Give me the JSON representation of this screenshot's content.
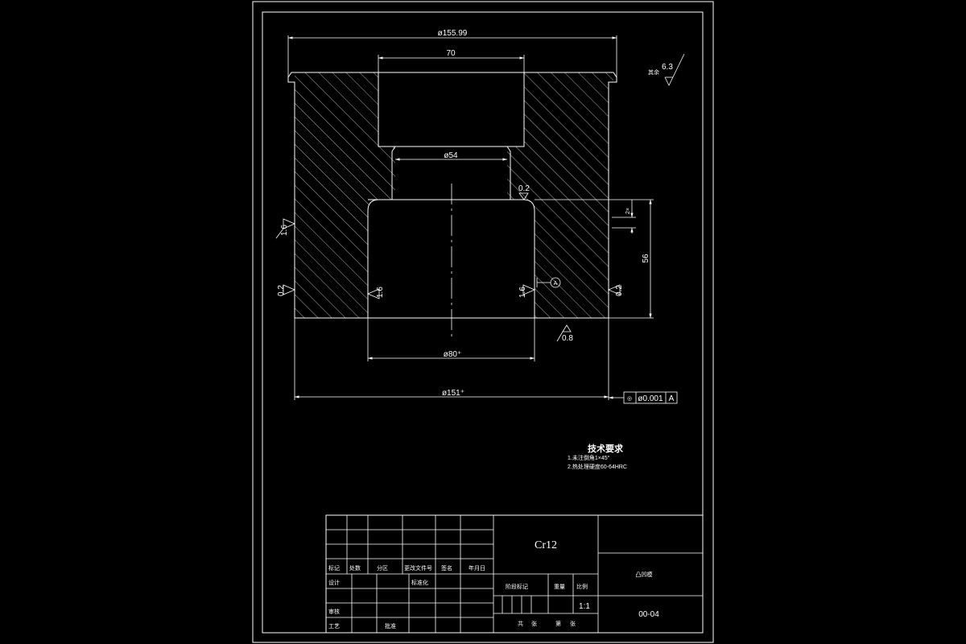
{
  "dims": {
    "top_dia": "ø155.99",
    "counterbore_width": "70",
    "bore_dia": "ø54",
    "cavity_dia": "ø80⁺",
    "base_dia": "ø151⁺",
    "cavity_depth": "56",
    "chamfer": "2×"
  },
  "roughness": {
    "general": "6.3",
    "general_note": "其余",
    "cavity_top": "0.2",
    "left_upper": "1.6",
    "left_lower": "0.2",
    "inner_left": "1.6",
    "inner_right": "1.6",
    "right_outer": "0.2",
    "bottom": "0.8"
  },
  "datum": "A",
  "tolerance": {
    "symbol": "◎",
    "value": "ø0.001",
    "datum": "A"
  },
  "tech_req": {
    "title": "技术要求",
    "line1": "1.未注倒角1×45°",
    "line2": "2.热处理硬度60-64HRC"
  },
  "title_block": {
    "material": "Cr12",
    "part_name": "凸凹模",
    "drawing_no": "00-04",
    "scale": "1:1",
    "labels": {
      "mark": "标记",
      "count": "处数",
      "zone": "分区",
      "change_doc": "更改文件号",
      "sign": "签名",
      "date": "年月日",
      "design": "设计",
      "standardize": "标准化",
      "review": "审核",
      "process": "工艺",
      "approve": "批准",
      "stage_mark": "阶段标记",
      "weight": "重量",
      "ratio": "比例",
      "sheets_total": "共",
      "sheets": "张",
      "sheet_no_pre": "第",
      "sheet_no": "张"
    }
  }
}
